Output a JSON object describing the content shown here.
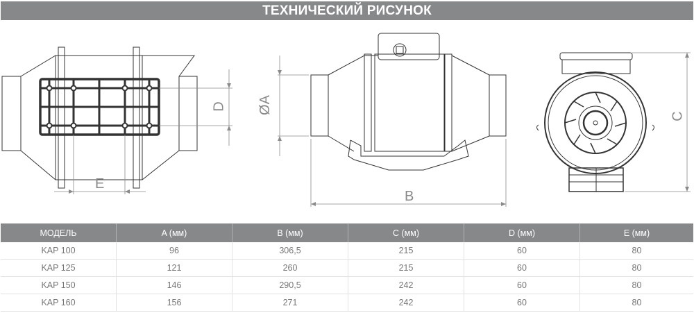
{
  "title": "ТЕХНИЧЕСКИЙ РИСУНОК",
  "drawing": {
    "views": [
      {
        "name": "bottom-view",
        "dimension_labels": [
          "D",
          "E"
        ]
      },
      {
        "name": "side-view",
        "dimension_labels": [
          "ØA",
          "B"
        ]
      },
      {
        "name": "front-view",
        "dimension_labels": [
          "C"
        ]
      }
    ],
    "labels": {
      "d": "D",
      "e": "E",
      "a": "ØA",
      "b": "B",
      "c": "C"
    }
  },
  "table": {
    "headers": [
      "МОДЕЛЬ",
      "A (мм)",
      "B (мм)",
      "C (мм)",
      "D (мм)",
      "E (мм)"
    ],
    "rows": [
      [
        "KAP 100",
        "96",
        "306,5",
        "215",
        "60",
        "80"
      ],
      [
        "KAP 125",
        "121",
        "260",
        "215",
        "60",
        "80"
      ],
      [
        "KAP 150",
        "146",
        "290,5",
        "242",
        "60",
        "80"
      ],
      [
        "KAP 160",
        "156",
        "271",
        "242",
        "60",
        "80"
      ]
    ]
  },
  "colors": {
    "header_bg": "#86888a",
    "header_text": "#ffffff",
    "cell_text": "#777777",
    "grid": "#e2e2e2",
    "line": "#333333",
    "dim_line": "#8a8a8a"
  }
}
